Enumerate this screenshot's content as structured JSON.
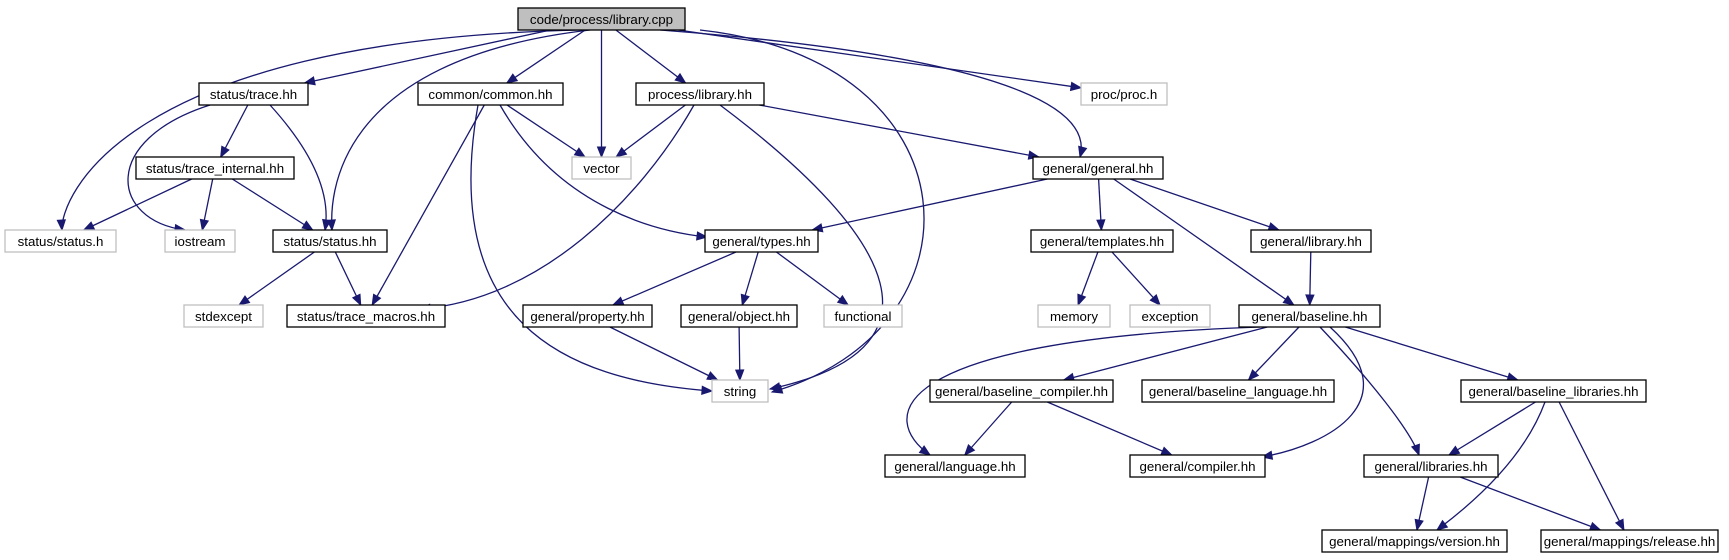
{
  "colors": {
    "edge": "#191970",
    "main_fill": "#bfbfbf",
    "local_border": "#000000",
    "system_border": "#bfbfbf"
  },
  "nodes": [
    {
      "id": "library_cpp",
      "label": "code/process/library.cpp",
      "kind": "main"
    },
    {
      "id": "status_trace_hh",
      "label": "status/trace.hh",
      "kind": "local"
    },
    {
      "id": "common_common_hh",
      "label": "common/common.hh",
      "kind": "local"
    },
    {
      "id": "process_library_hh",
      "label": "process/library.hh",
      "kind": "local"
    },
    {
      "id": "proc_proc_h",
      "label": "proc/proc.h",
      "kind": "system"
    },
    {
      "id": "trace_internal_hh",
      "label": "status/trace_internal.hh",
      "kind": "local"
    },
    {
      "id": "vector",
      "label": "vector",
      "kind": "system"
    },
    {
      "id": "general_general_hh",
      "label": "general/general.hh",
      "kind": "local"
    },
    {
      "id": "status_status_h",
      "label": "status/status.h",
      "kind": "system"
    },
    {
      "id": "iostream",
      "label": "iostream",
      "kind": "system"
    },
    {
      "id": "status_status_hh",
      "label": "status/status.hh",
      "kind": "local"
    },
    {
      "id": "general_types_hh",
      "label": "general/types.hh",
      "kind": "local"
    },
    {
      "id": "general_templates_hh",
      "label": "general/templates.hh",
      "kind": "local"
    },
    {
      "id": "general_library_hh",
      "label": "general/library.hh",
      "kind": "local"
    },
    {
      "id": "stdexcept",
      "label": "stdexcept",
      "kind": "system"
    },
    {
      "id": "trace_macros_hh",
      "label": "status/trace_macros.hh",
      "kind": "local"
    },
    {
      "id": "general_property_hh",
      "label": "general/property.hh",
      "kind": "local"
    },
    {
      "id": "general_object_hh",
      "label": "general/object.hh",
      "kind": "local"
    },
    {
      "id": "functional",
      "label": "functional",
      "kind": "system"
    },
    {
      "id": "memory",
      "label": "memory",
      "kind": "system"
    },
    {
      "id": "exception",
      "label": "exception",
      "kind": "system"
    },
    {
      "id": "general_baseline_hh",
      "label": "general/baseline.hh",
      "kind": "local"
    },
    {
      "id": "string",
      "label": "string",
      "kind": "system"
    },
    {
      "id": "baseline_compiler_hh",
      "label": "general/baseline_compiler.hh",
      "kind": "local"
    },
    {
      "id": "baseline_language_hh",
      "label": "general/baseline_language.hh",
      "kind": "local"
    },
    {
      "id": "baseline_libraries_hh",
      "label": "general/baseline_libraries.hh",
      "kind": "local"
    },
    {
      "id": "general_language_hh",
      "label": "general/language.hh",
      "kind": "local"
    },
    {
      "id": "general_compiler_hh",
      "label": "general/compiler.hh",
      "kind": "local"
    },
    {
      "id": "general_libraries_hh",
      "label": "general/libraries.hh",
      "kind": "local"
    },
    {
      "id": "mappings_version_hh",
      "label": "general/mappings/version.hh",
      "kind": "local"
    },
    {
      "id": "mappings_release_hh",
      "label": "general/mappings/release.hh",
      "kind": "local"
    }
  ],
  "edges": [
    {
      "from": "library_cpp",
      "to": "status_trace_hh"
    },
    {
      "from": "library_cpp",
      "to": "common_common_hh"
    },
    {
      "from": "library_cpp",
      "to": "process_library_hh"
    },
    {
      "from": "library_cpp",
      "to": "proc_proc_h"
    },
    {
      "from": "library_cpp",
      "to": "vector"
    },
    {
      "from": "library_cpp",
      "to": "general_general_hh"
    },
    {
      "from": "library_cpp",
      "to": "status_status_h"
    },
    {
      "from": "library_cpp",
      "to": "status_status_hh"
    },
    {
      "from": "library_cpp",
      "to": "string"
    },
    {
      "from": "status_trace_hh",
      "to": "trace_internal_hh"
    },
    {
      "from": "status_trace_hh",
      "to": "iostream"
    },
    {
      "from": "status_trace_hh",
      "to": "status_status_hh"
    },
    {
      "from": "trace_internal_hh",
      "to": "status_status_h"
    },
    {
      "from": "trace_internal_hh",
      "to": "iostream"
    },
    {
      "from": "trace_internal_hh",
      "to": "status_status_hh"
    },
    {
      "from": "status_status_hh",
      "to": "stdexcept"
    },
    {
      "from": "status_status_hh",
      "to": "trace_macros_hh"
    },
    {
      "from": "common_common_hh",
      "to": "vector"
    },
    {
      "from": "common_common_hh",
      "to": "trace_macros_hh"
    },
    {
      "from": "common_common_hh",
      "to": "general_types_hh"
    },
    {
      "from": "common_common_hh",
      "to": "string"
    },
    {
      "from": "process_library_hh",
      "to": "vector"
    },
    {
      "from": "process_library_hh",
      "to": "general_general_hh"
    },
    {
      "from": "process_library_hh",
      "to": "trace_macros_hh"
    },
    {
      "from": "process_library_hh",
      "to": "string"
    },
    {
      "from": "general_general_hh",
      "to": "general_types_hh"
    },
    {
      "from": "general_general_hh",
      "to": "general_templates_hh"
    },
    {
      "from": "general_general_hh",
      "to": "general_library_hh"
    },
    {
      "from": "general_general_hh",
      "to": "general_baseline_hh"
    },
    {
      "from": "general_types_hh",
      "to": "general_property_hh"
    },
    {
      "from": "general_types_hh",
      "to": "general_object_hh"
    },
    {
      "from": "general_types_hh",
      "to": "functional"
    },
    {
      "from": "general_property_hh",
      "to": "string"
    },
    {
      "from": "general_object_hh",
      "to": "string"
    },
    {
      "from": "general_templates_hh",
      "to": "memory"
    },
    {
      "from": "general_templates_hh",
      "to": "exception"
    },
    {
      "from": "general_library_hh",
      "to": "general_baseline_hh"
    },
    {
      "from": "general_baseline_hh",
      "to": "general_language_hh"
    },
    {
      "from": "general_baseline_hh",
      "to": "baseline_compiler_hh"
    },
    {
      "from": "general_baseline_hh",
      "to": "baseline_language_hh"
    },
    {
      "from": "general_baseline_hh",
      "to": "general_compiler_hh"
    },
    {
      "from": "general_baseline_hh",
      "to": "general_libraries_hh"
    },
    {
      "from": "general_baseline_hh",
      "to": "baseline_libraries_hh"
    },
    {
      "from": "baseline_compiler_hh",
      "to": "general_language_hh"
    },
    {
      "from": "baseline_compiler_hh",
      "to": "general_compiler_hh"
    },
    {
      "from": "baseline_libraries_hh",
      "to": "general_libraries_hh"
    },
    {
      "from": "baseline_libraries_hh",
      "to": "mappings_version_hh"
    },
    {
      "from": "baseline_libraries_hh",
      "to": "mappings_release_hh"
    },
    {
      "from": "general_libraries_hh",
      "to": "mappings_version_hh"
    },
    {
      "from": "general_libraries_hh",
      "to": "mappings_release_hh"
    }
  ]
}
